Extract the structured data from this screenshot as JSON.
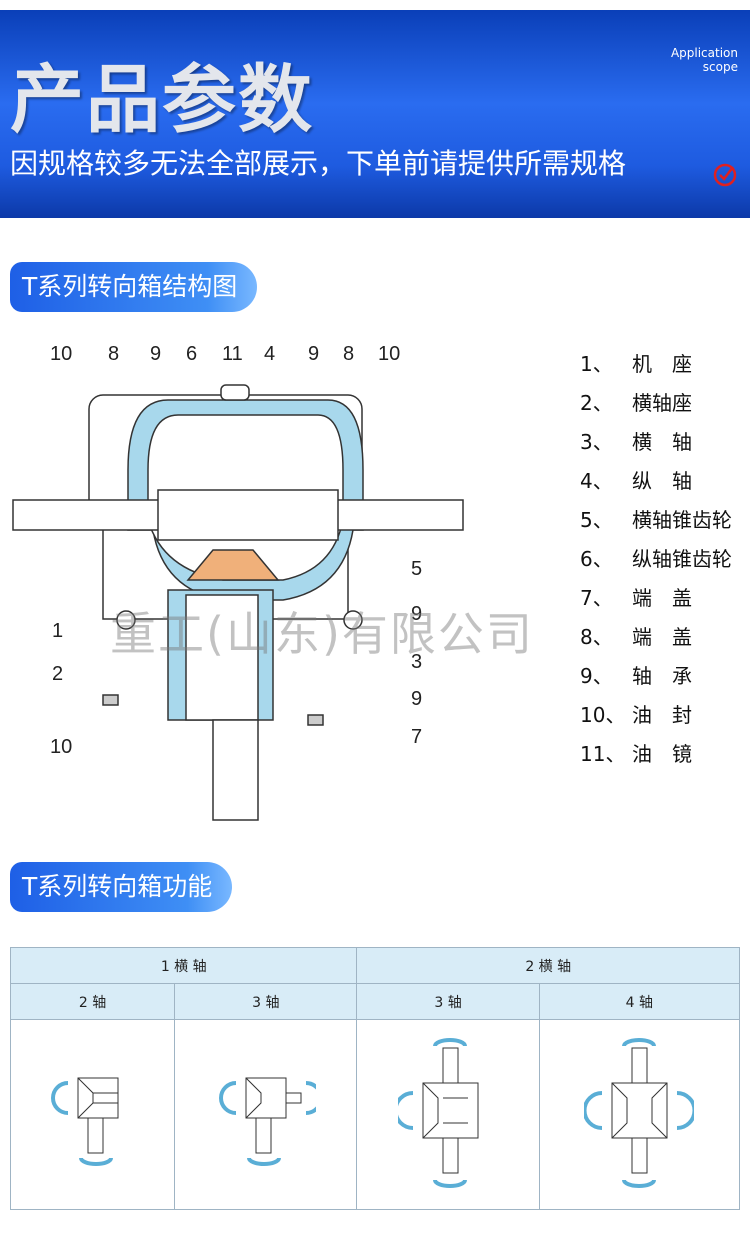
{
  "banner": {
    "title": "产品参数",
    "subtitle": "因规格较多无法全部展示，下单前请提供所需规格",
    "app_label_1": "Application",
    "app_label_2": "scope"
  },
  "section1": {
    "title": "T系列转向箱结构图"
  },
  "diagram": {
    "callouts_top": [
      "10",
      "8",
      "9",
      "6",
      "11",
      "4",
      "9",
      "8",
      "10"
    ],
    "callouts_right": [
      "5",
      "9",
      "3",
      "9",
      "7"
    ],
    "callouts_left": [
      "1",
      "2",
      "10"
    ],
    "watermark": "重工(山东)有限公司"
  },
  "legend": [
    {
      "n": "1、",
      "t": "机　座"
    },
    {
      "n": "2、",
      "t": "横轴座"
    },
    {
      "n": "3、",
      "t": "横　轴"
    },
    {
      "n": "4、",
      "t": "纵　轴"
    },
    {
      "n": "5、",
      "t": "横轴锥齿轮"
    },
    {
      "n": "6、",
      "t": "纵轴锥齿轮"
    },
    {
      "n": "7、",
      "t": "端　盖"
    },
    {
      "n": "8、",
      "t": "端　盖"
    },
    {
      "n": "9、",
      "t": "轴　承"
    },
    {
      "n": "10、",
      "t": "油　封"
    },
    {
      "n": "11、",
      "t": "油　镜"
    }
  ],
  "section2": {
    "title": "T系列转向箱功能"
  },
  "table": {
    "groups": [
      "1 横  轴",
      "2 横  轴"
    ],
    "cols": [
      "2 轴",
      "3 轴",
      "3 轴",
      "4 轴"
    ]
  },
  "colors": {
    "accent": "#1e5fe6",
    "part": "#a8d8ec"
  }
}
